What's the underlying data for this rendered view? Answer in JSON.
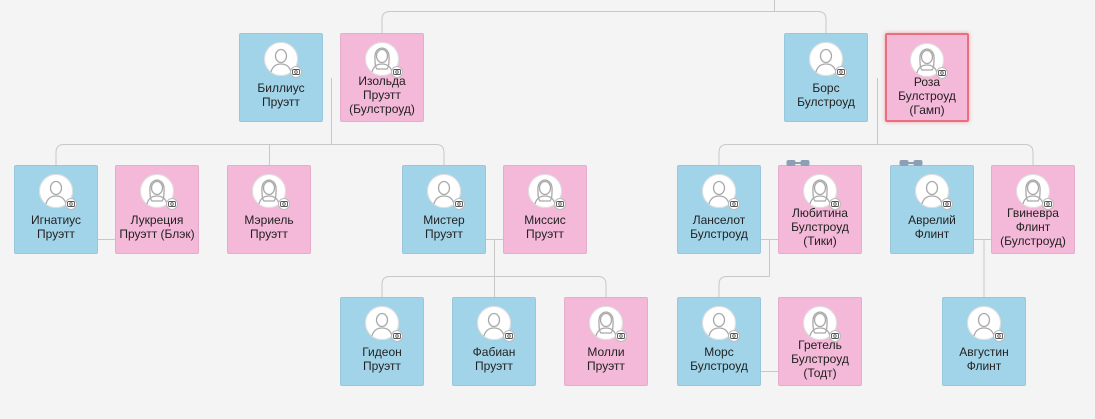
{
  "people": [
    {
      "id": "billius",
      "name": [
        "Биллиус",
        "Пруэтт"
      ],
      "sex": "m"
    },
    {
      "id": "izolda",
      "name": [
        "Изольда",
        "Пруэтт",
        "(Булстроуд)"
      ],
      "sex": "f"
    },
    {
      "id": "bors",
      "name": [
        "Борс",
        "Булстроуд"
      ],
      "sex": "m"
    },
    {
      "id": "roza",
      "name": [
        "Роза",
        "Булстроуд",
        "(Гамп)"
      ],
      "sex": "f",
      "selected": true
    },
    {
      "id": "ignatius",
      "name": [
        "Игнатиус",
        "Пруэтт"
      ],
      "sex": "m"
    },
    {
      "id": "lukreciya",
      "name": [
        "Лукреция",
        "Пруэтт (Блэк)"
      ],
      "sex": "f"
    },
    {
      "id": "meriel",
      "name": [
        "Мэриель",
        "Пруэтт"
      ],
      "sex": "f"
    },
    {
      "id": "mister",
      "name": [
        "Мистер",
        "Пруэтт"
      ],
      "sex": "m"
    },
    {
      "id": "missis",
      "name": [
        "Миссис",
        "Пруэтт"
      ],
      "sex": "f"
    },
    {
      "id": "lanselot",
      "name": [
        "Ланселот",
        "Булстроуд"
      ],
      "sex": "m"
    },
    {
      "id": "lyubitina",
      "name": [
        "Любитина",
        "Булстроуд",
        "(Тики)"
      ],
      "sex": "f"
    },
    {
      "id": "avreliy",
      "name": [
        "Аврелий",
        "Флинт"
      ],
      "sex": "m"
    },
    {
      "id": "gvinevra",
      "name": [
        "Гвиневра",
        "Флинт",
        "(Булстроуд)"
      ],
      "sex": "f"
    },
    {
      "id": "gideon",
      "name": [
        "Гидеон",
        "Пруэтт"
      ],
      "sex": "m"
    },
    {
      "id": "fabian",
      "name": [
        "Фабиан",
        "Пруэтт"
      ],
      "sex": "m"
    },
    {
      "id": "molli",
      "name": [
        "Молли",
        "Пруэтт"
      ],
      "sex": "f"
    },
    {
      "id": "mors",
      "name": [
        "Морс",
        "Булстроуд"
      ],
      "sex": "m"
    },
    {
      "id": "gretel",
      "name": [
        "Гретель",
        "Булстроуд",
        "(Тодт)"
      ],
      "sex": "f"
    },
    {
      "id": "avgustin",
      "name": [
        "Августин",
        "Флинт"
      ],
      "sex": "m"
    }
  ],
  "colors": {
    "male": "#a2d4e9",
    "female": "#f4b8d8",
    "selected_border": "#e8707e",
    "line": "#c8c8c8",
    "chain": "#8da0b3"
  },
  "icons": {
    "avatar_male": "male-avatar-icon",
    "avatar_female": "female-avatar-icon",
    "photo": "camera-icon",
    "link": "chain-link-icon"
  }
}
